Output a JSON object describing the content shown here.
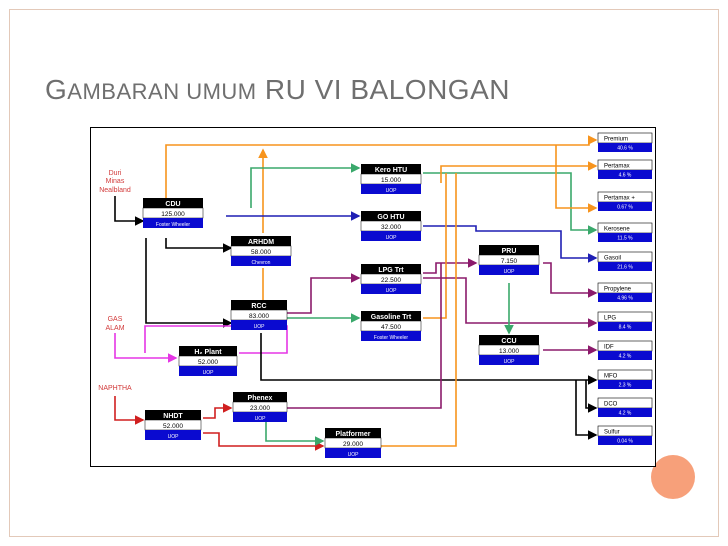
{
  "slide": {
    "title_cap": "G",
    "title_small": "AMBARAN UMUM",
    "title_rest": " RU VI BALONGAN"
  },
  "sources": {
    "crude": [
      "Duri",
      "Minas",
      "Nealbland"
    ],
    "gas": [
      "GAS",
      "ALAM"
    ],
    "naphtha": "NAPHTHA"
  },
  "units": [
    {
      "id": "cdu",
      "name": "CDU",
      "capacity": "125.000",
      "licensor": "Foster Wheeler"
    },
    {
      "id": "arhdm",
      "name": "ARHDM",
      "capacity": "58.000",
      "licensor": "Chevron"
    },
    {
      "id": "kero",
      "name": "Kero HTU",
      "capacity": "15.000",
      "licensor": "UOP"
    },
    {
      "id": "go",
      "name": "GO HTU",
      "capacity": "32.000",
      "licensor": "UOP"
    },
    {
      "id": "lpg",
      "name": "LPG Trt",
      "capacity": "22.500",
      "licensor": "UOP"
    },
    {
      "id": "rcc",
      "name": "RCC",
      "capacity": "83.000",
      "licensor": "UOP"
    },
    {
      "id": "gasoline",
      "name": "Gasoline Trt",
      "capacity": "47.500",
      "licensor": "Foster Wheeler"
    },
    {
      "id": "pru",
      "name": "PRU",
      "capacity": "7.150",
      "licensor": "UOP"
    },
    {
      "id": "ccu",
      "name": "CCU",
      "capacity": "13.000",
      "licensor": "UOP"
    },
    {
      "id": "h2",
      "name": "H₂ Plant",
      "capacity": "52.000",
      "licensor": "UOP"
    },
    {
      "id": "phenex",
      "name": "Phenex",
      "capacity": "23.000",
      "licensor": "UOP"
    },
    {
      "id": "nhdt",
      "name": "NHDT",
      "capacity": "52.000",
      "licensor": "UOP"
    },
    {
      "id": "platformer",
      "name": "Platformer",
      "capacity": "29.000",
      "licensor": "UOP"
    }
  ],
  "products": [
    {
      "name": "Premium",
      "pct": "40.6 %"
    },
    {
      "name": "Pertamax",
      "pct": "4.6 %"
    },
    {
      "name": "Pertamax +",
      "pct": "0.67 %"
    },
    {
      "name": "Kerosene",
      "pct": "11.5 %"
    },
    {
      "name": "Gasoil",
      "pct": "21.6 %"
    },
    {
      "name": "Propylene",
      "pct": "4.96 %"
    },
    {
      "name": "LPG",
      "pct": "8.4 %"
    },
    {
      "name": "IDF",
      "pct": "4.2 %"
    },
    {
      "name": "MFO",
      "pct": "2.3 %"
    },
    {
      "name": "DCO",
      "pct": "4.2 %"
    },
    {
      "name": "Sulfur",
      "pct": "0.04 %"
    }
  ],
  "colors": {
    "orange": "#f7941d",
    "green": "#3aa86b",
    "blue": "#1f1fb4",
    "purple": "#8b1a6b",
    "magenta": "#e536e5",
    "red": "#d01f1f",
    "black": "#000000",
    "teal": "#2aa58a",
    "source_red": "#d23a3a",
    "unit_blue": "#0a0ad0"
  }
}
